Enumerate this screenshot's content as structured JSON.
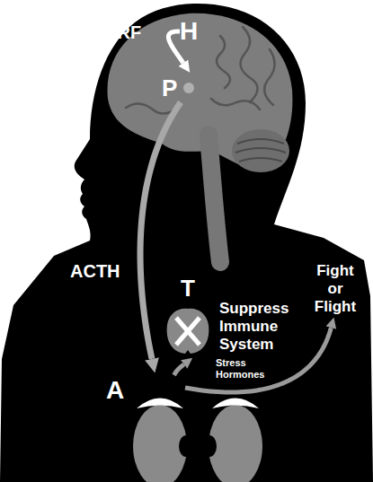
{
  "diagram": {
    "nodes": [
      {
        "text": [
          "H"
        ]
      },
      {
        "text": [
          "P"
        ]
      },
      {
        "text": [
          "T"
        ]
      },
      {
        "text": [
          "Fight or Flight"
        ]
      },
      {
        "text": [
          "A"
        ]
      }
    ],
    "edges": [
      {
        "from": 0,
        "to": 1,
        "label": "CRF",
        "arrow": "to"
      },
      {
        "from": 1,
        "to": 4,
        "label": "ACTH",
        "arrow": "to"
      },
      {
        "from": 4,
        "to": 2,
        "arrow": "to"
      },
      {
        "from": 4,
        "to": 3,
        "arrow": "to"
      }
    ],
    "labels": [
      "Suppress Immune System",
      "Stress Hormones"
    ]
  }
}
